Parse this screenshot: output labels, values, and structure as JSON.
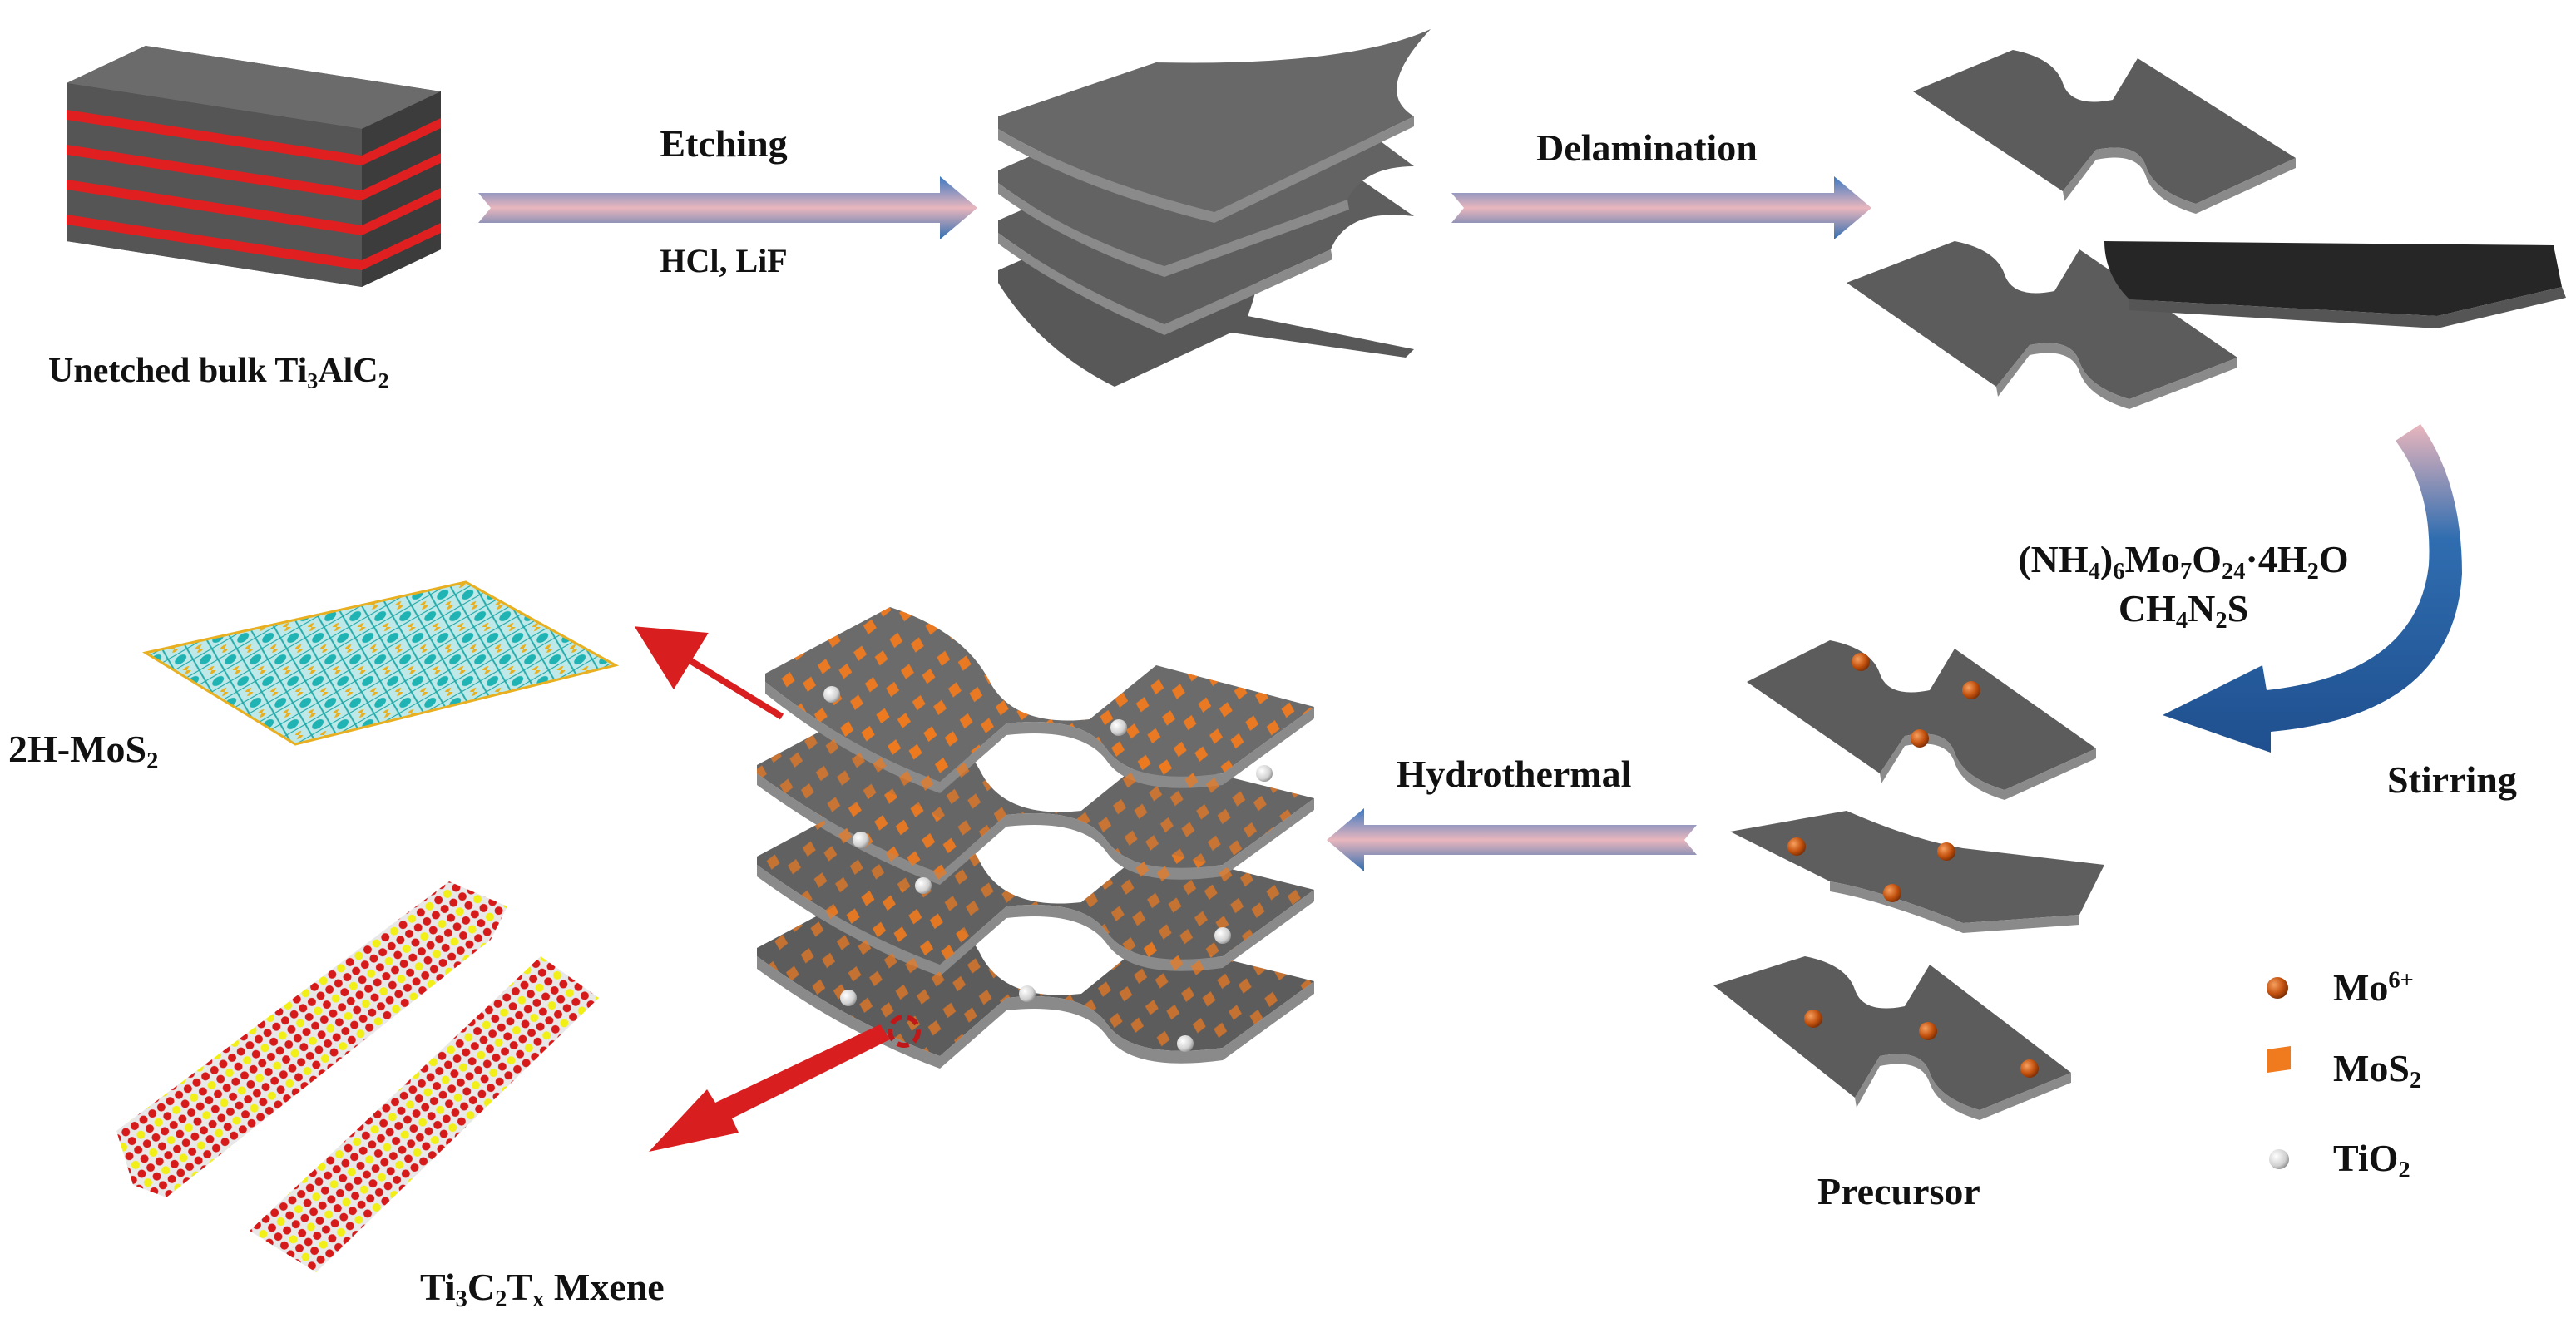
{
  "steps": {
    "bulk": {
      "label": "Unetched bulk ",
      "formula": {
        "a": "Ti",
        "s1": "3",
        "b": "AlC",
        "s2": "2"
      }
    },
    "etching": {
      "label": "Etching",
      "reagents": "HCl, LiF"
    },
    "delamination": {
      "label": "Delamination"
    },
    "reagents": {
      "line1": {
        "a": "(NH",
        "s1": "4",
        "b": ")",
        "s2": "6",
        "c": "Mo",
        "s3": "7",
        "d": "O",
        "s4": "24",
        "e": "·4H",
        "s5": "2",
        "f": "O"
      },
      "line2": {
        "a": "CH",
        "s1": "4",
        "b": "N",
        "s2": "2",
        "c": "S"
      }
    },
    "stirring": {
      "label": "Stirring"
    },
    "hydrothermal": {
      "label": "Hydrothermal"
    },
    "precursor": {
      "label": "Precursor"
    },
    "mos2": {
      "a": "2H-MoS",
      "s": "2"
    },
    "mxene": {
      "a": "Ti",
      "s1": "3",
      "b": "C",
      "s2": "2",
      "c": "T",
      "s3": "x",
      "d": " Mxene"
    }
  },
  "legend": [
    {
      "a": "Mo",
      "sup": "6+",
      "icon": "mo-ion-sphere-icon",
      "color": "#c4520f"
    },
    {
      "a": "MoS",
      "sub": "2",
      "icon": "mos2-flake-icon",
      "color": "#f07a1e"
    },
    {
      "a": "TiO",
      "sub": "2",
      "icon": "tio2-sphere-icon",
      "color": "#d8d8d8"
    }
  ],
  "colors": {
    "sheet": "#5c5c5c",
    "sheet_edge": "#8a8a8a",
    "stripe": "#e02020",
    "arrow_blue": "#2f6db0",
    "arrow_pink": "#e9b6bd",
    "red_arrow": "#d81e1e"
  }
}
